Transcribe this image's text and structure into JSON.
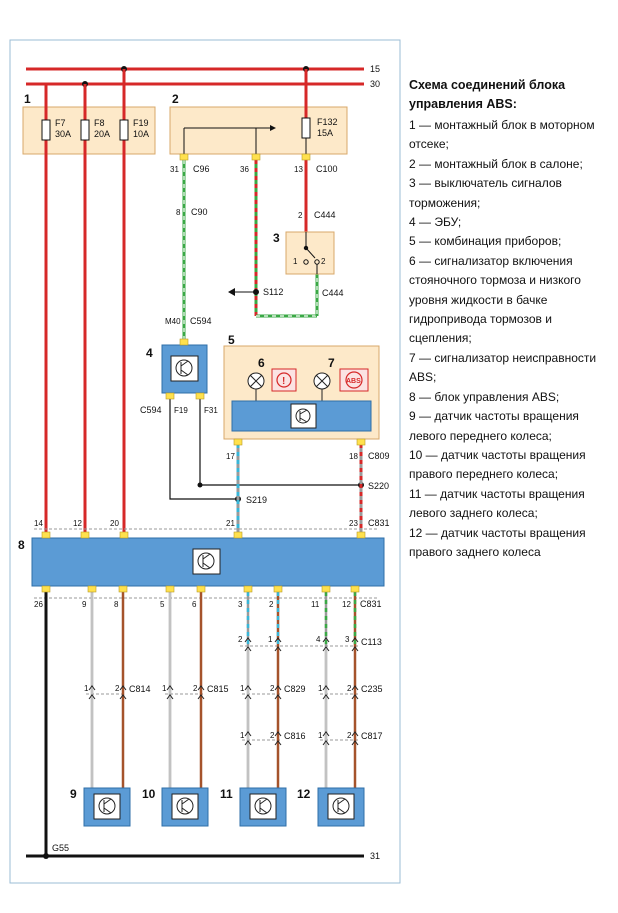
{
  "legend": {
    "title": "Схема соединений блока управления ABS",
    "title_suffix": ":",
    "items": [
      "1 — монтажный блок в моторном отсеке;",
      "2 — монтажный блок в салоне;",
      "3 — выключатель сигналов торможения;",
      "4 — ЭБУ;",
      "5 — комбинация приборов;",
      "6 — сигнализатор включения стояночного тормоза и низкого уровня жидкости в бачке гидропривода тормозов и сцепления;",
      "7 — сигнализатор неисправности ABS;",
      "8 — блок управления ABS;",
      "9 — датчик частоты вращения левого переднего колеса;",
      "10 — датчик частоты вращения правого переднего колеса;",
      "11 — датчик частоты вращения левого заднего колеса;",
      "12 — датчик частоты вращения правого заднего колеса"
    ]
  },
  "diagram": {
    "rails": {
      "r15": "15",
      "r30": "30",
      "r31": "31",
      "ground": "G55"
    },
    "components": {
      "c1": "1",
      "c2": "2",
      "c3": "3",
      "c4": "4",
      "c5": "5",
      "c6": "6",
      "c7": "7",
      "c8": "8",
      "c9": "9",
      "c10": "10",
      "c11": "11",
      "c12": "12"
    },
    "fuses": {
      "f7": "F7",
      "f7a": "30A",
      "f8": "F8",
      "f8a": "20A",
      "f19": "F19",
      "f19a": "10A",
      "f132": "F132",
      "f132a": "15A"
    },
    "connectors": {
      "c96": "C96",
      "c100": "C100",
      "c90": "C90",
      "c444a": "C444",
      "c444b": "C444",
      "s112": "S112",
      "c594a": "C594",
      "c594b": "C594",
      "c809": "C809",
      "s220": "S220",
      "s219": "S219",
      "c831a": "C831",
      "c831b": "C831",
      "c113": "C113",
      "c814": "C814",
      "c815": "C815",
      "c829": "C829",
      "c235": "C235",
      "c816": "C816",
      "c817": "C817"
    },
    "pins": {
      "p31": "31",
      "p36": "36",
      "p13": "13",
      "p8": "8",
      "p2": "2",
      "p1": "1",
      "p2b": "2",
      "pM40": "M40",
      "pF19": "F19",
      "pF31": "F31",
      "p17": "17",
      "p18": "18",
      "p14": "14",
      "p12t": "12",
      "p20": "20",
      "p21": "21",
      "p23": "23",
      "b26": "26",
      "b9": "9",
      "b8": "8",
      "b5": "5",
      "b6": "6",
      "b3": "3",
      "b2": "2",
      "b11": "11",
      "b12": "12",
      "m2": "2",
      "m1": "1",
      "m4": "4",
      "m3": "3",
      "c814p1": "1",
      "c814p2": "2",
      "c815p1": "1",
      "c815p2": "2",
      "c829p1": "1",
      "c829p2": "2",
      "c235p1": "1",
      "c235p2": "2",
      "c816p1": "1",
      "c816p2": "2",
      "c817p1": "1",
      "c817p2": "2"
    },
    "warning_icons": {
      "abs": "ABS",
      "brake": "!"
    }
  },
  "colors": {
    "red_wire": "#d62828",
    "green_wire": "#3aa845",
    "cyan_wire": "#38b6d8",
    "brown_wire": "#a5532b",
    "gray_wire": "#9a9a9a",
    "component_blue": "#5b9bd5",
    "block_fill": "#fde9c9",
    "block_stroke": "#d8a86a",
    "yellow_pin": "#ffe14d"
  }
}
